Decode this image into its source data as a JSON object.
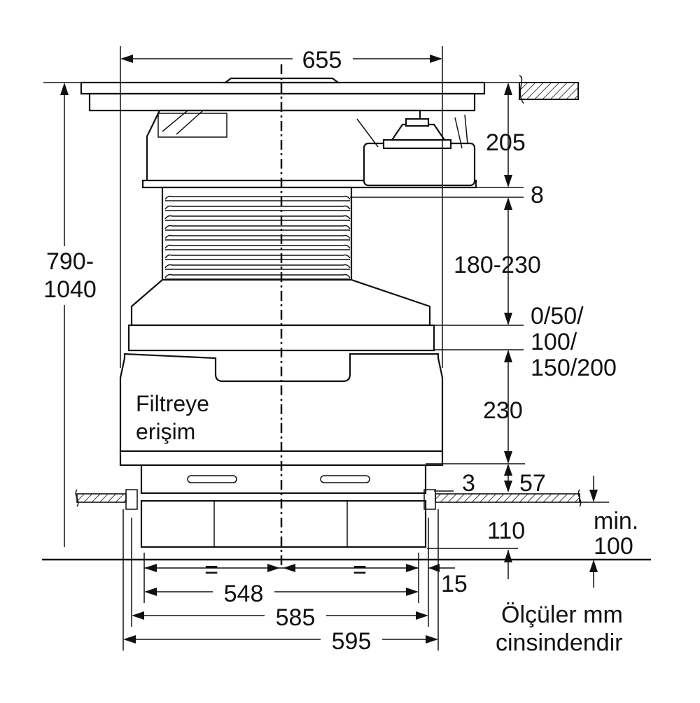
{
  "dimensions": {
    "top_width": "655",
    "height_left_1": "790-",
    "height_left_2": "1040",
    "d205": "205",
    "d8": "8",
    "d180_230": "180-230",
    "gap_1": "0/50/",
    "gap_2": "100/",
    "gap_3": "150/200",
    "d230": "230",
    "d3": "3",
    "d57": "57",
    "d110": "110",
    "min_1": "min.",
    "min_2": "100",
    "equal_left": "=",
    "equal_right": "=",
    "d548": "548",
    "d15": "15",
    "d585": "585",
    "d595": "595"
  },
  "labels": {
    "filter_access_1": "Filtreye",
    "filter_access_2": "erişim"
  },
  "note": {
    "line1": "Ölçüler mm",
    "line2": "cinsindendir"
  }
}
